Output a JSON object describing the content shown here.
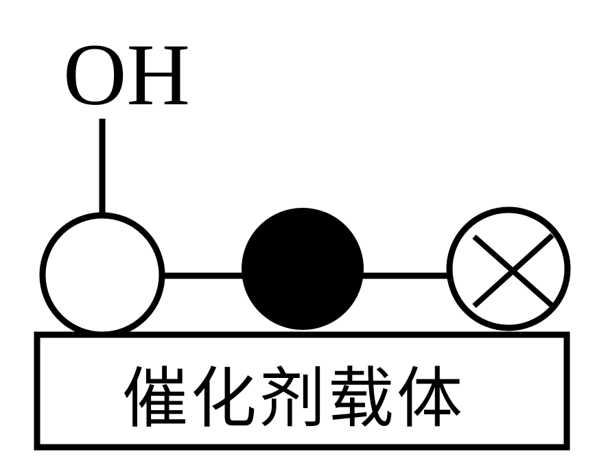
{
  "diagram": {
    "group_label": "OH",
    "support_label": "催化剂载体",
    "atoms": [
      {
        "kind": "open-circle"
      },
      {
        "kind": "filled-circle"
      },
      {
        "kind": "crossed-circle"
      }
    ],
    "colors": {
      "stroke": "#000000",
      "fill_dark": "#000000",
      "fill_light": "#ffffff"
    }
  }
}
